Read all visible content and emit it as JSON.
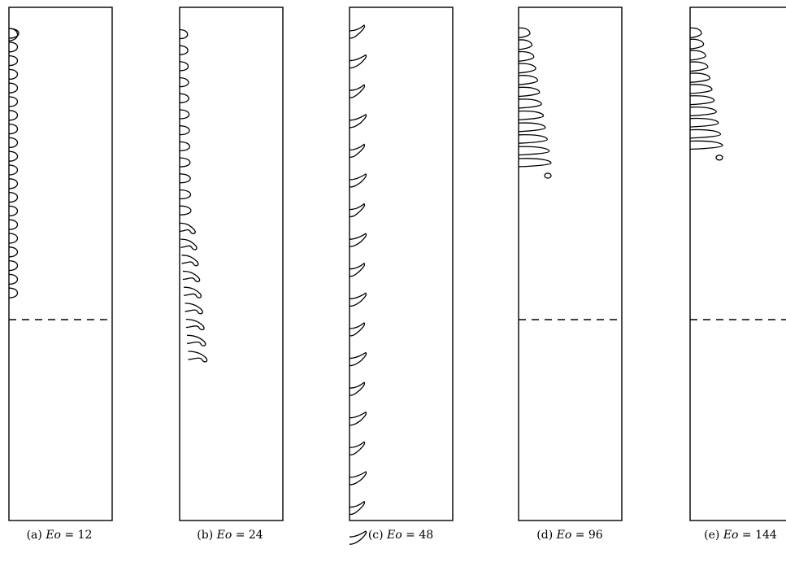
{
  "panels": [
    {
      "caption": {
        "tag": "(a)",
        "var": "Eo",
        "rest": " = 12"
      },
      "dashed_line": true,
      "drop_count": 20,
      "style": "cap"
    },
    {
      "caption": {
        "tag": "(b)",
        "var": "Eo",
        "rest": " = 24"
      },
      "dashed_line": false,
      "drop_count": 21,
      "style": "loop"
    },
    {
      "caption": {
        "tag": "(c)",
        "var": "Eo",
        "rest": " = 48"
      },
      "dashed_line": false,
      "drop_count": 18,
      "style": "hook"
    },
    {
      "caption": {
        "tag": "(d)",
        "var": "Eo",
        "rest": " = 96"
      },
      "dashed_line": true,
      "drop_count": 12,
      "style": "breakup"
    },
    {
      "caption": {
        "tag": "(e)",
        "var": "Eo",
        "rest": " = 144"
      },
      "dashed_line": true,
      "drop_count": 11,
      "style": "breakup"
    }
  ],
  "colors": {
    "line": "#000000",
    "background": "#ffffff"
  }
}
